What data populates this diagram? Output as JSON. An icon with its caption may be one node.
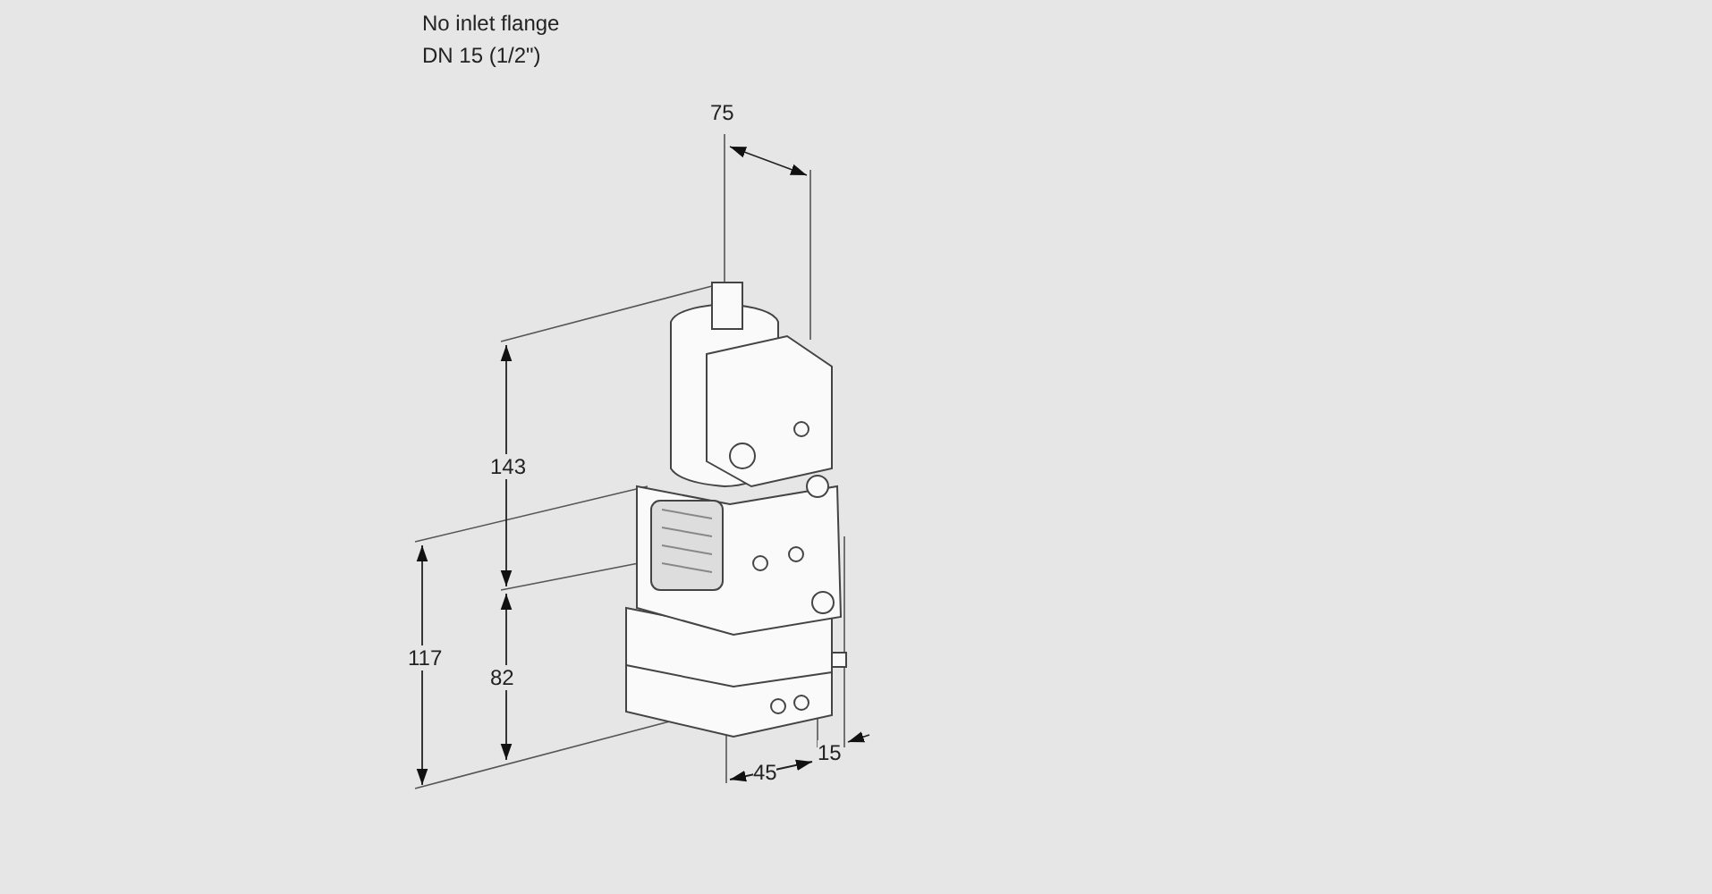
{
  "diagram": {
    "labels": [
      "No inlet flange",
      "DN 15 (1/2\")",
      "75",
      "143",
      "117",
      "82",
      "45",
      "15"
    ]
  }
}
